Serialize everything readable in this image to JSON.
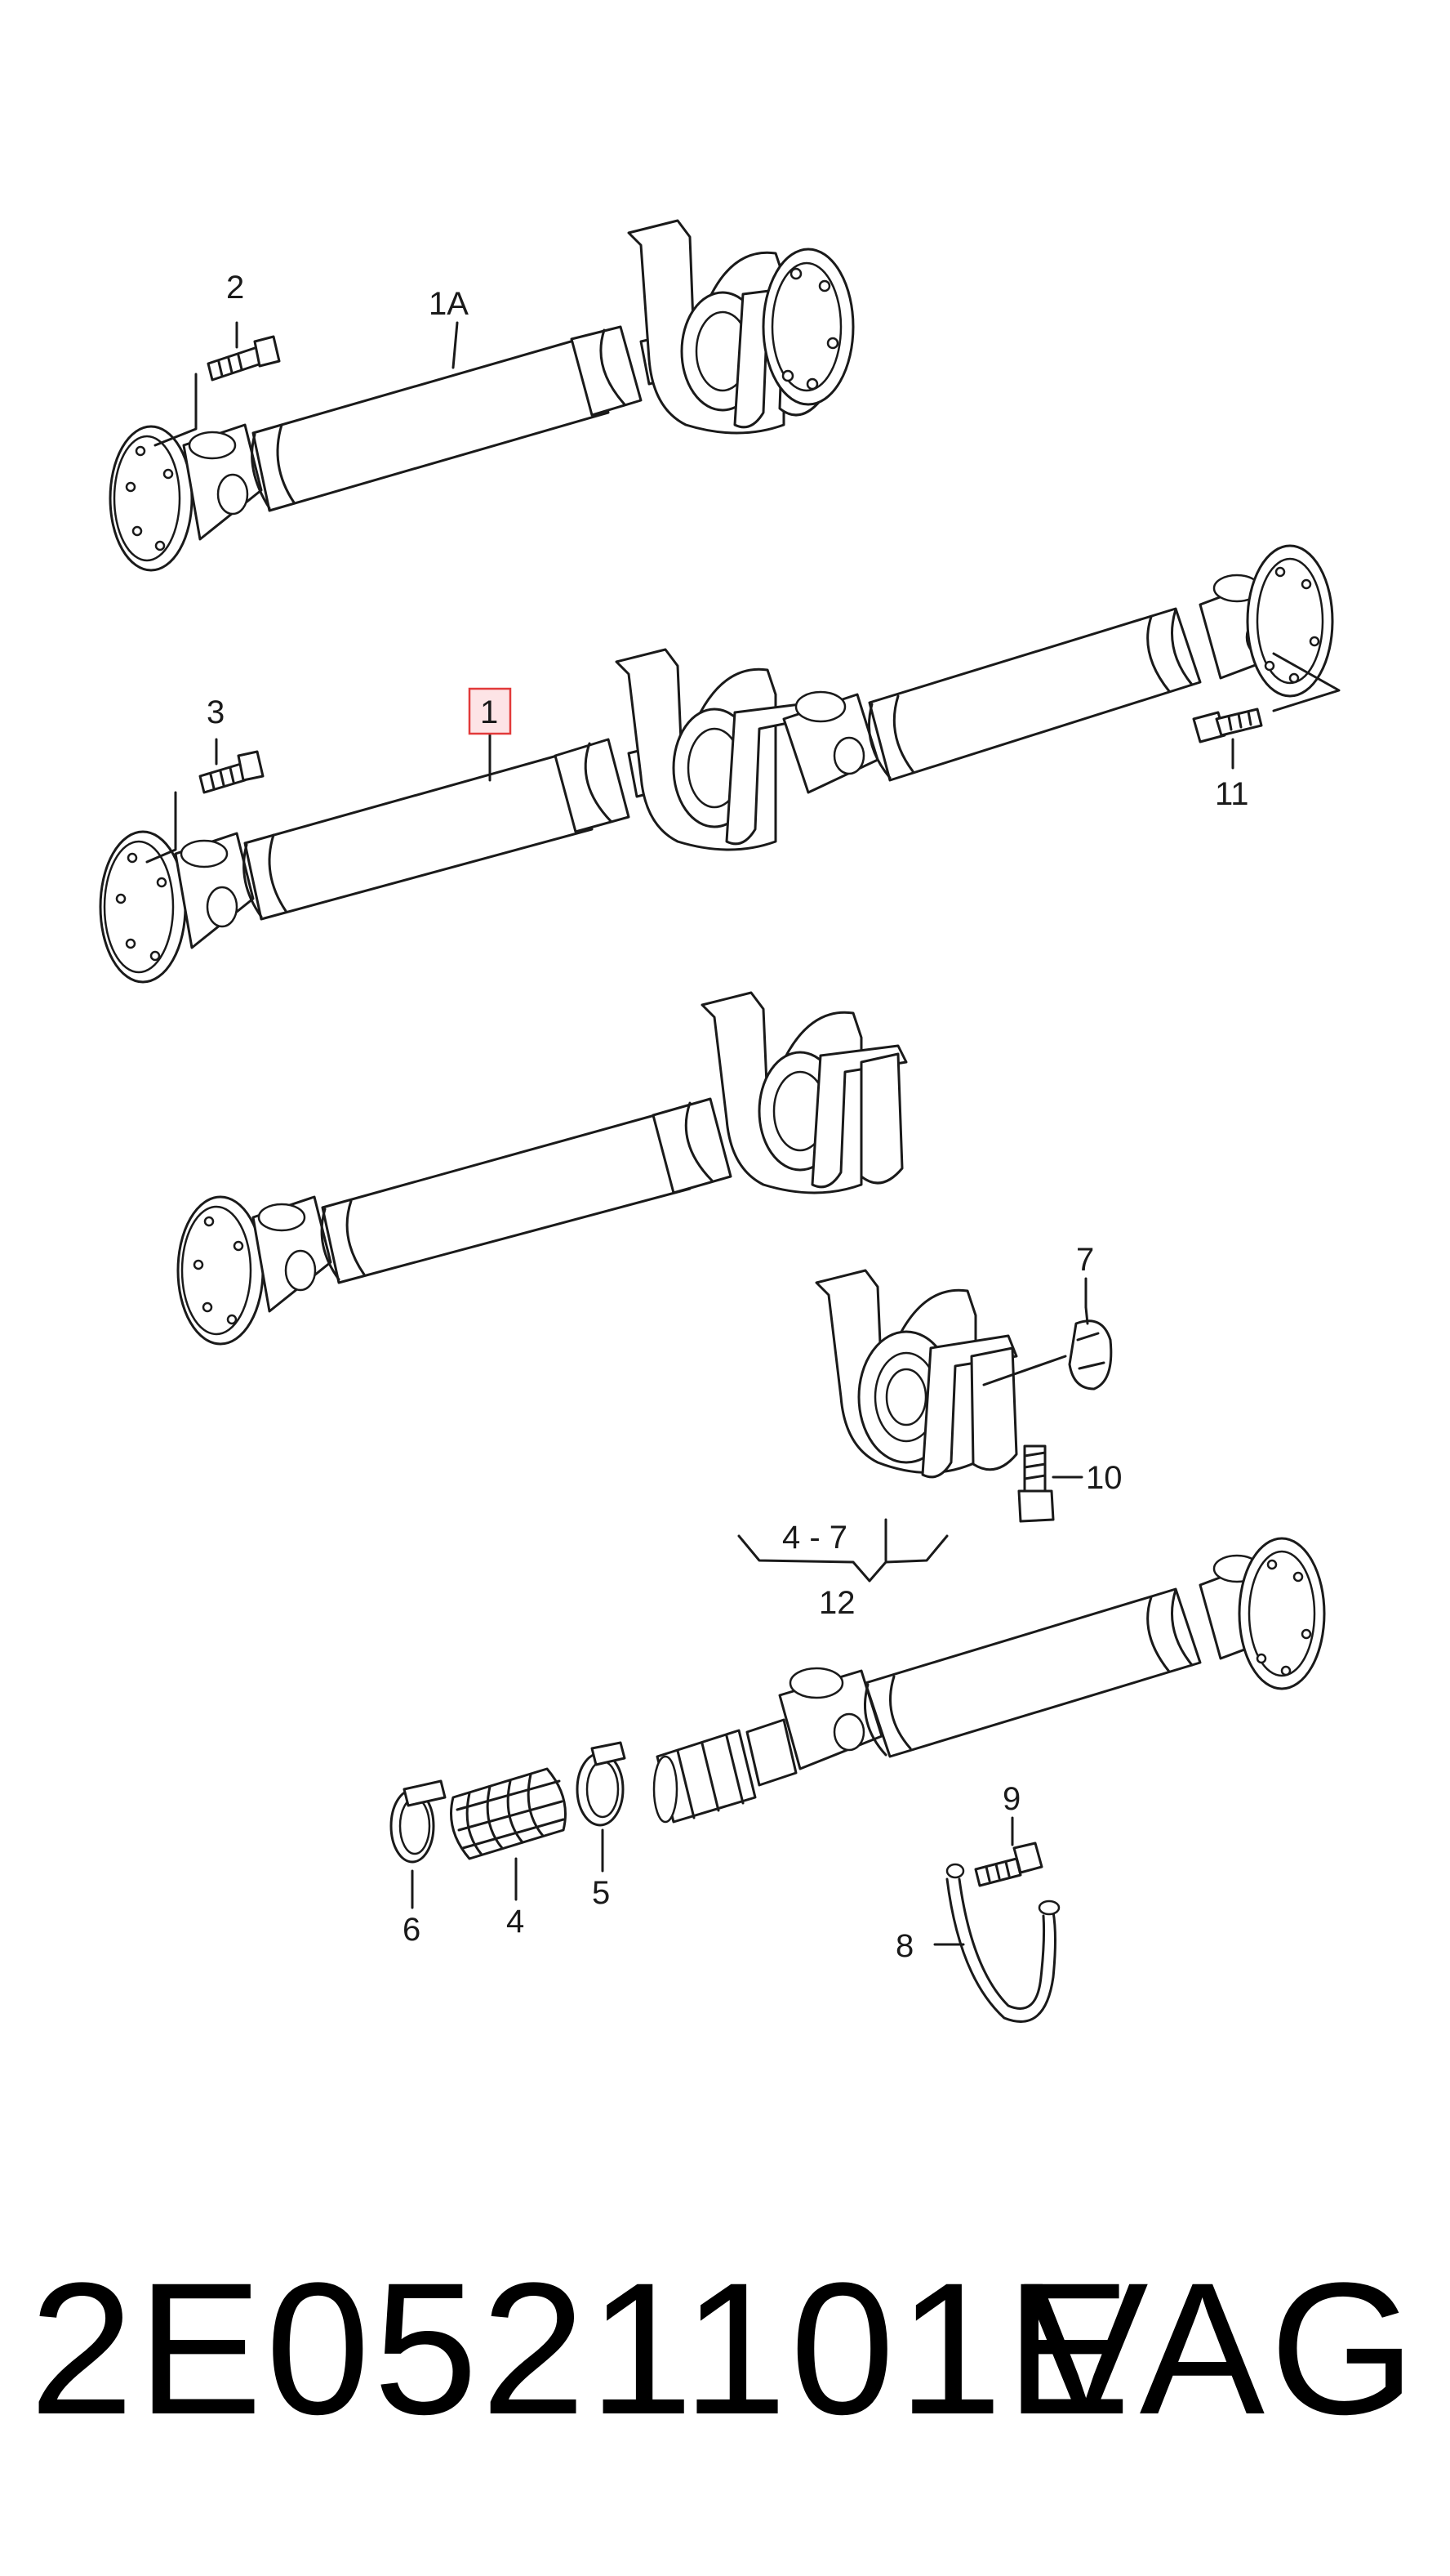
{
  "callouts": {
    "c1A": "1A",
    "c2": "2",
    "c3": "3",
    "c1": "1",
    "c11": "11",
    "c7": "7",
    "c10": "10",
    "c47": "4 - 7",
    "c12": "12",
    "c6": "6",
    "c4": "4",
    "c5": "5",
    "c9": "9",
    "c8": "8"
  },
  "footer": {
    "part_number": "2E0521101E",
    "brand": "VAG"
  },
  "colors": {
    "line": "#1a1a1a",
    "highlight_border": "#e23a3a",
    "highlight_fill": "#fde4e6"
  },
  "icons": [
    "drive-shaft",
    "flange",
    "center-bearing-bracket",
    "bolt",
    "hose-clamp",
    "bellows-boot",
    "retaining-clip",
    "u-bracket"
  ]
}
